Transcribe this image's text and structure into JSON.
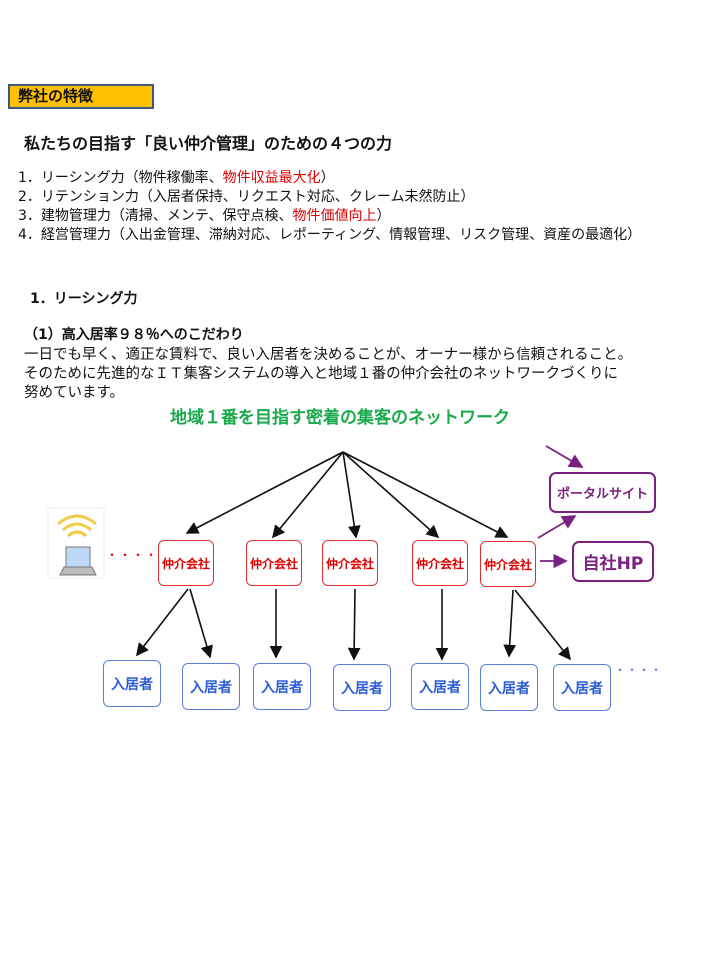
{
  "header": {
    "label": "弊社の特徴"
  },
  "title": "私たちの目指す「良い仲介管理」のための４つの力",
  "list": [
    {
      "text": "1．リーシング力（物件稼働率、",
      "highlight": "物件収益最大化",
      "end": "）"
    },
    {
      "text": "2．リテンション力（入居者保持、リクエスト対応、クレーム未然防止）",
      "highlight": "",
      "end": ""
    },
    {
      "text": "3．建物管理力（清掃、メンテ、保守点検、",
      "highlight": "物件価値向上",
      "end": "）"
    },
    {
      "text": "4．経営管理力（入出金管理、滞納対応、レポーティング、情報管理、リスク管理、資産の最適化）",
      "highlight": "",
      "end": ""
    }
  ],
  "section": {
    "heading": "1．リーシング力",
    "subheading": "（1）高入居率９８％へのこだわり",
    "body": [
      "一日でも早く、適正な賃料で、良い入居者を決めることが、オーナー様から信頼されること。",
      "そのために先進的なＩＴ集客システムの導入と地域１番の仲介会社のネットワークづくりに",
      "努めています。"
    ]
  },
  "diagram": {
    "title": "地域１番を目指す密着の集客のネットワーク",
    "brokers": [
      "仲介会社",
      "仲介会社",
      "仲介会社",
      "仲介会社",
      "仲介会社"
    ],
    "residents": [
      "入居者",
      "入居者",
      "入居者",
      "入居者",
      "入居者",
      "入居者",
      "入居者"
    ],
    "portal": "ポータルサイト",
    "own_hp": "自社HP",
    "ellipsis_left": "・・・・",
    "ellipsis_right": "・・・・",
    "colors": {
      "broker": "#E00000",
      "resident": "#2E5CD6",
      "web": "#7A2080",
      "title": "#1AAA4B"
    }
  }
}
